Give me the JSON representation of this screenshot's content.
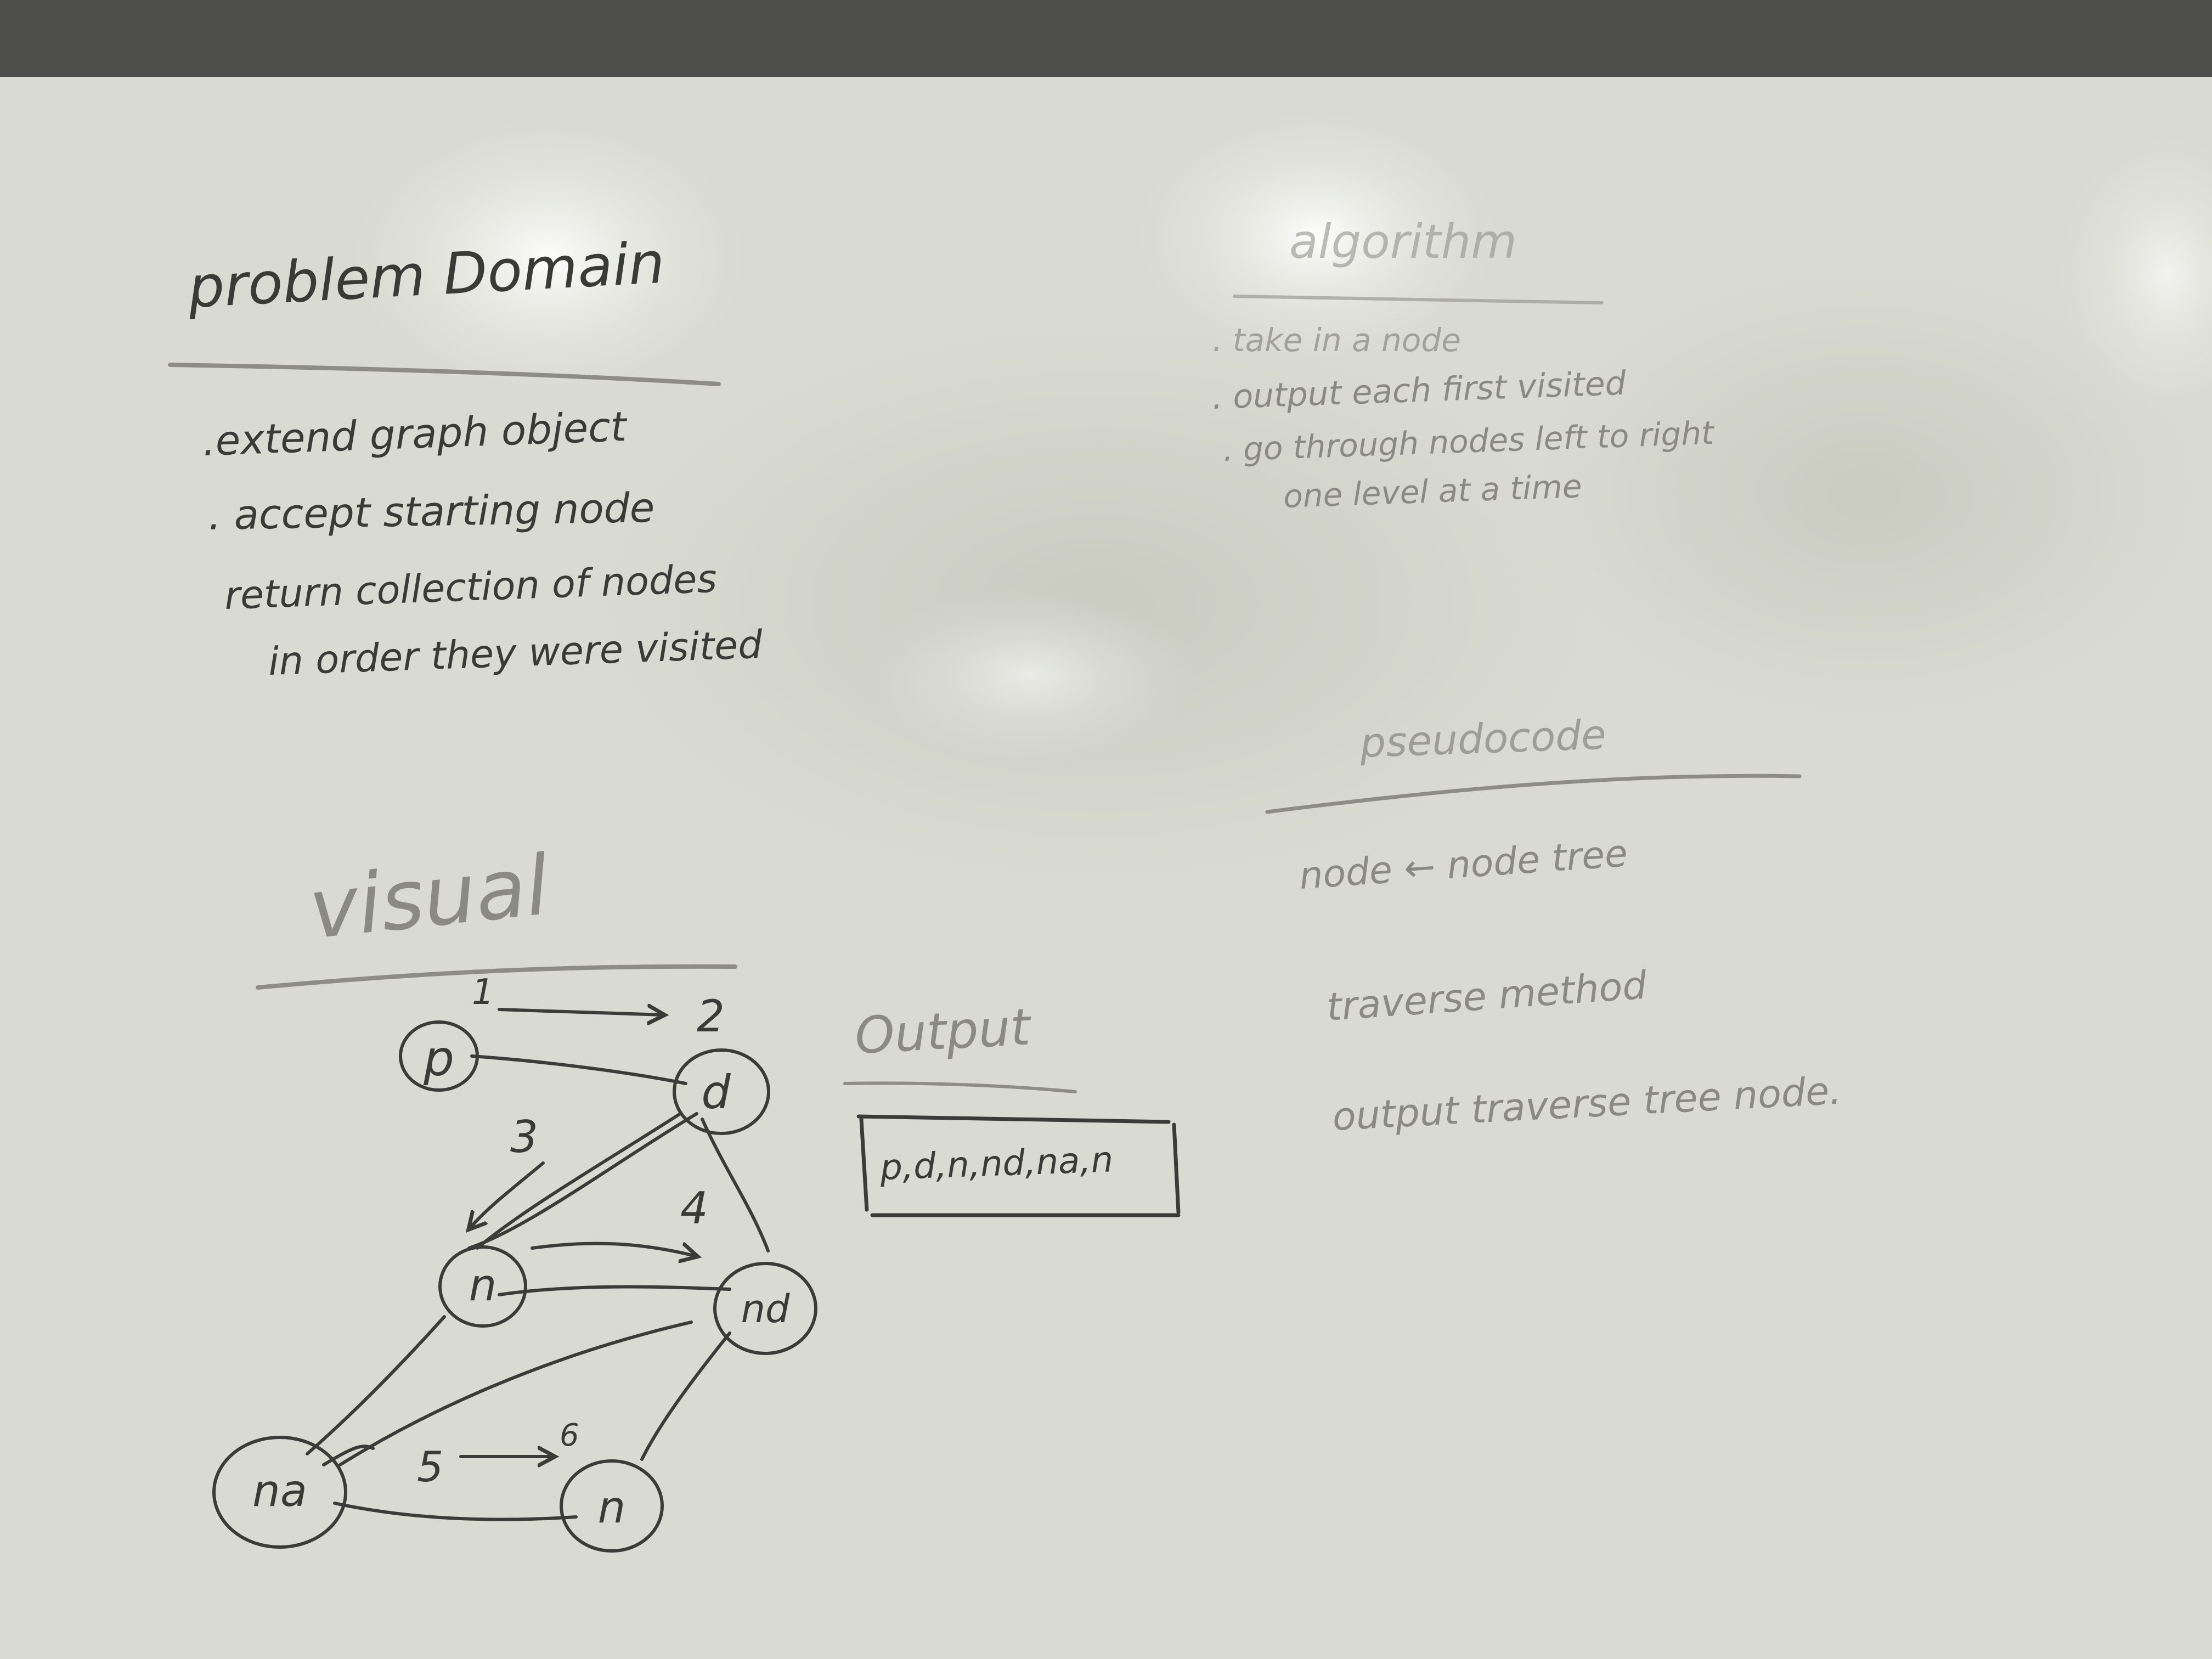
{
  "problem_domain": {
    "title": "problem Domain",
    "items": [
      ".extend graph object",
      ". accept starting node",
      "return collection of nodes",
      "in order they were visited"
    ]
  },
  "algorithm": {
    "title": "algorithm",
    "items": [
      ". take in a node",
      ". output each first visited",
      ". go through nodes left to right",
      "one level at a time"
    ]
  },
  "visual": {
    "title": "visual",
    "nodes": [
      "p",
      "d",
      "n",
      "nd",
      "na",
      "n"
    ],
    "edge_labels": [
      "1",
      "2",
      "3",
      "4",
      "5",
      "6"
    ]
  },
  "output": {
    "title": "Output",
    "value": "p,d,n,nd,na,n"
  },
  "pseudocode": {
    "title": "pseudocode",
    "lines": [
      "node ← node tree",
      "traverse method",
      "output traverse tree node."
    ]
  }
}
